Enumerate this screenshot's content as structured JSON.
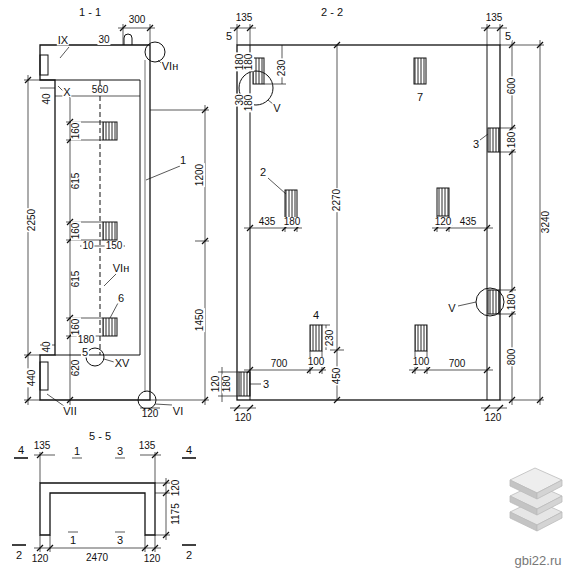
{
  "diagram": {
    "labels": [
      "1 - 1",
      "300",
      "30",
      "IX",
      "VIн",
      "X",
      "560",
      "40",
      "160",
      "615",
      "1",
      "2250",
      "160",
      "10",
      "150",
      "615",
      "VIн",
      "6",
      "160",
      "180",
      "5",
      "XV",
      "40",
      "440",
      "620",
      "VII",
      "120",
      "VI",
      "1200",
      "1450",
      "2 - 2",
      "135",
      "5",
      "135",
      "5",
      "180",
      "180",
      "30",
      "180",
      "230",
      "V",
      "7",
      "600",
      "3240",
      "3",
      "180",
      "2",
      "2270",
      "435",
      "180",
      "120",
      "435",
      "4",
      "V",
      "180",
      "230",
      "100",
      "700",
      "100",
      "700",
      "450",
      "800",
      "120",
      "180",
      "3",
      "120",
      "120",
      "5 - 5",
      "4",
      "135",
      "1",
      "3",
      "135",
      "4",
      "120",
      "1175",
      "120",
      "1",
      "2470",
      "3",
      "120",
      "2",
      "2",
      "gbi22.ru"
    ]
  }
}
